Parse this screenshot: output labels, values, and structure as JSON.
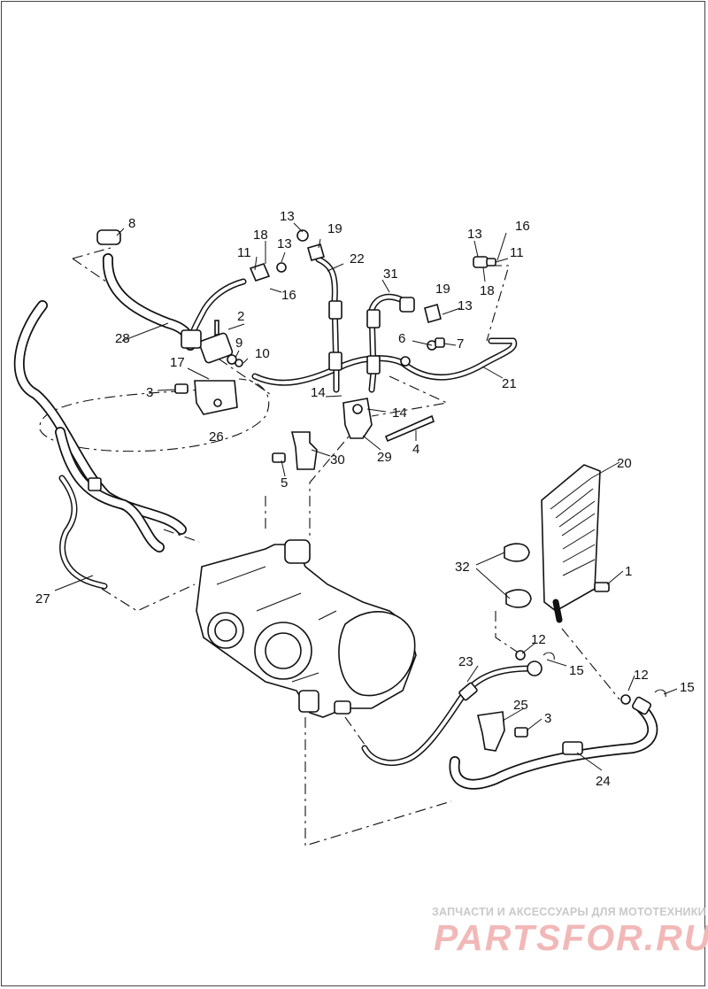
{
  "diagram": {
    "part_labels": [
      "8",
      "28",
      "13",
      "19",
      "18",
      "13",
      "11",
      "16",
      "22",
      "31",
      "13",
      "16",
      "11",
      "18",
      "19",
      "13",
      "2",
      "9",
      "10",
      "17",
      "3",
      "26",
      "6",
      "7",
      "21",
      "14",
      "14",
      "30",
      "29",
      "4",
      "5",
      "27",
      "20",
      "32",
      "1",
      "12",
      "23",
      "15",
      "12",
      "15",
      "25",
      "3",
      "24"
    ]
  },
  "watermark": {
    "caption": "ЗАПЧАСТИ И АКСЕССУАРЫ ДЛЯ МОТОТЕХНИКИ",
    "brand": "PARTSFOR.RU"
  },
  "colors": {
    "line": "#111111",
    "watermark_caption": "#c9c9c9",
    "watermark_brand": "#f2b8b8"
  }
}
